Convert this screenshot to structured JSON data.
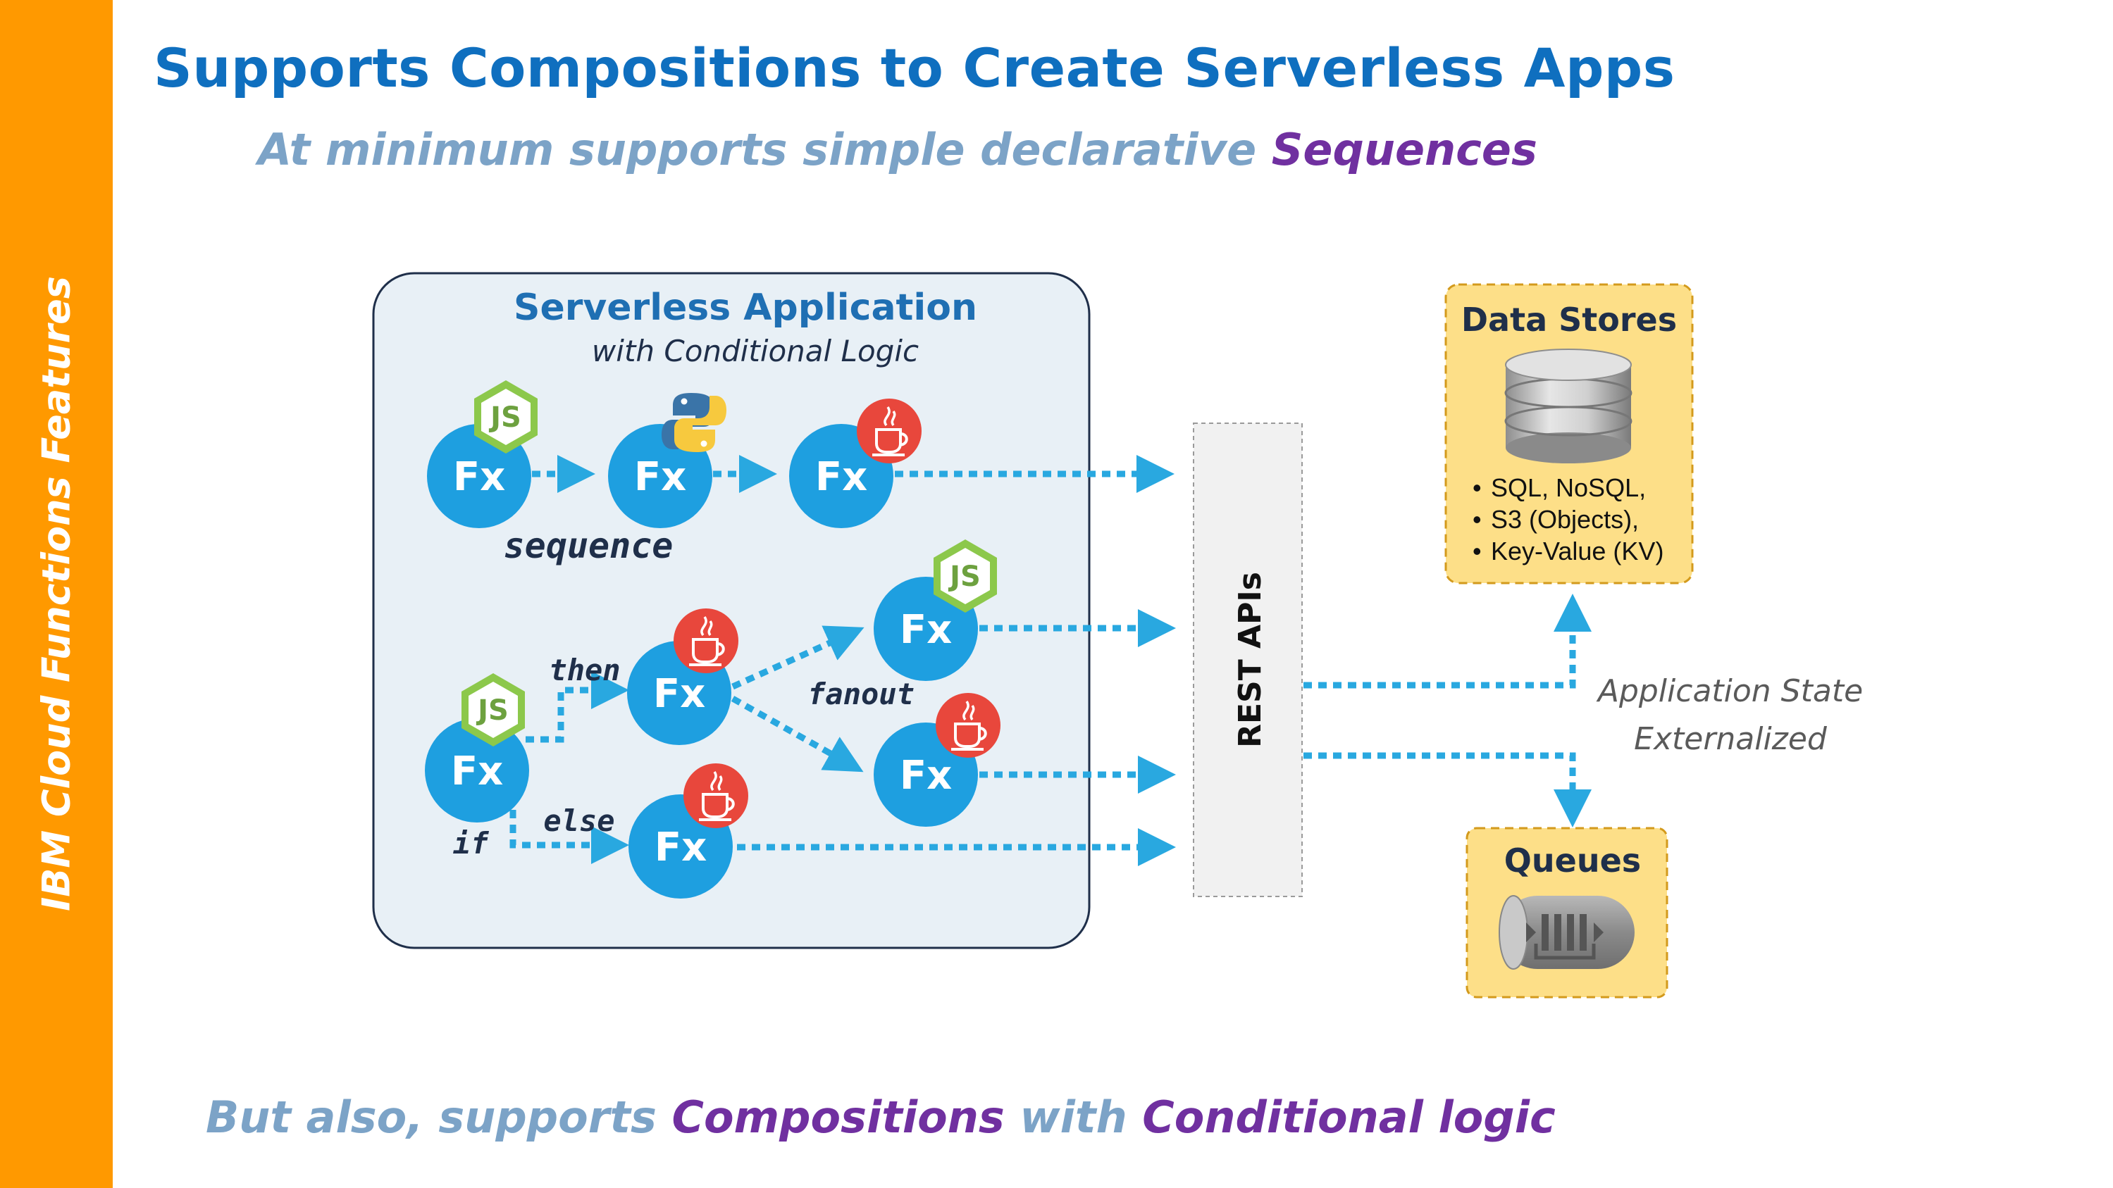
{
  "sidebar": {
    "label": "IBM Cloud Functions Features"
  },
  "header": {
    "title": "Supports Compositions to Create Serverless Apps",
    "subtitle": {
      "muted": "At minimum supports simple declarative ",
      "accent": "Sequences"
    }
  },
  "app_box": {
    "title": "Serverless Application",
    "subtitle": "with Conditional Logic"
  },
  "function_label": "Fx",
  "labels": {
    "sequence": "sequence",
    "then": "then",
    "else": "else",
    "if": "if",
    "fanout": "fanout"
  },
  "runtime_badges": {
    "node": "JS",
    "python": "python-logo-icon",
    "java": "java-cup-icon"
  },
  "rest_apis": "REST APIs",
  "data_stores": {
    "title": "Data Stores",
    "items": [
      "SQL, NoSQL,",
      "S3 (Objects),",
      "Key-Value (KV)"
    ]
  },
  "queues": {
    "title": "Queues"
  },
  "state_note": {
    "line1": "Application State",
    "line2": "Externalized"
  },
  "footer": {
    "part1": "But also, supports ",
    "part2": "Compositions",
    "part3": " with ",
    "part4": "Conditional logic"
  },
  "colors": {
    "sidebar": "#FF9900",
    "title": "#0F6FBF",
    "muted_text": "#7CA3C7",
    "accent_text": "#7030A0",
    "function_circle": "#1E9FE0",
    "flow_arrow": "#29A8E0",
    "node_badge": "#8CC84B",
    "java_badge": "#E8473C",
    "store_fill": "#FDDF88",
    "store_border": "#D39A1C",
    "app_box_fill": "#E8F0F6"
  }
}
